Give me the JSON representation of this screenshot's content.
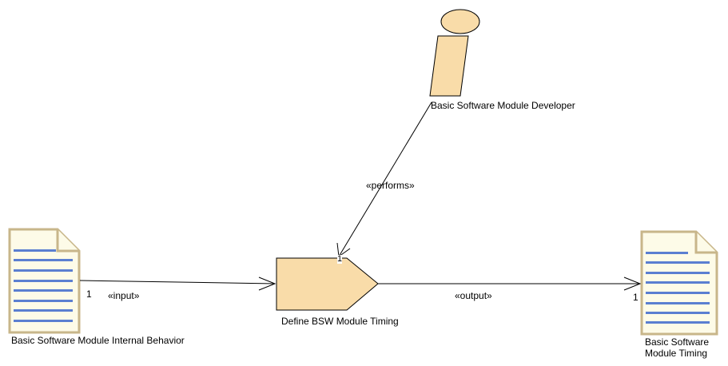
{
  "colors": {
    "element_fill": "#f9dca9",
    "document_fill": "#fdfbe8",
    "document_border": "#c8b68a",
    "document_lines": "#5b7fd1",
    "stroke": "#000000"
  },
  "elements": {
    "role": {
      "label": "Basic Software Module Developer",
      "icon": "role-icon"
    },
    "task": {
      "label": "Define BSW Module Timing",
      "icon": "task-icon"
    },
    "input_product": {
      "label": "Basic Software Module Internal Behavior",
      "icon": "document-icon"
    },
    "output_product": {
      "label": "Basic Software Module Timing",
      "icon": "document-icon"
    }
  },
  "connectors": {
    "performs": {
      "stereotype": "«performs»",
      "target_multiplicity": "1"
    },
    "input": {
      "stereotype": "«input»",
      "source_multiplicity": "1"
    },
    "output": {
      "stereotype": "«output»",
      "target_multiplicity": "1"
    }
  }
}
